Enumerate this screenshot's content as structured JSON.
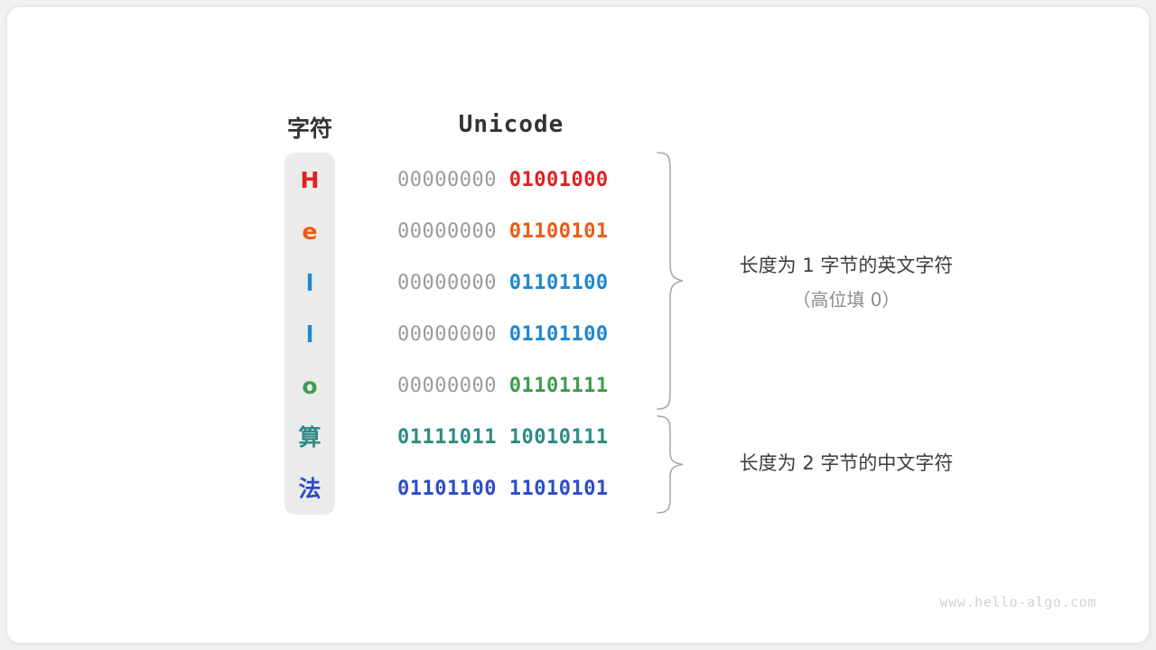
{
  "card": {
    "background": "#ffffff",
    "page_background": "#f0f0f0"
  },
  "headers": {
    "char": "字符",
    "unicode": "Unicode"
  },
  "colors": {
    "red": "#e02020",
    "orange": "#ec5b13",
    "lightblue": "#1e87ce",
    "green": "#3e9b4f",
    "teal": "#2e8b84",
    "blue": "#2e4bc6",
    "gray": "#9a9a9a",
    "capsule": "#ebebeb",
    "brace": "#a8a8a8"
  },
  "rows": [
    {
      "char": "H",
      "color": "#e02020",
      "high_byte": "00000000",
      "low_byte": "01001000",
      "high_is_padding": true
    },
    {
      "char": "e",
      "color": "#ec5b13",
      "high_byte": "00000000",
      "low_byte": "01100101",
      "high_is_padding": true
    },
    {
      "char": "l",
      "color": "#1e87ce",
      "high_byte": "00000000",
      "low_byte": "01101100",
      "high_is_padding": true
    },
    {
      "char": "l",
      "color": "#1e87ce",
      "high_byte": "00000000",
      "low_byte": "01101100",
      "high_is_padding": true
    },
    {
      "char": "o",
      "color": "#3e9b4f",
      "high_byte": "00000000",
      "low_byte": "01101111",
      "high_is_padding": true
    },
    {
      "char": "算",
      "color": "#2e8b84",
      "high_byte": "01111011",
      "low_byte": "10010111",
      "high_is_padding": false
    },
    {
      "char": "法",
      "color": "#2e4bc6",
      "high_byte": "01101100",
      "low_byte": "11010101",
      "high_is_padding": false
    }
  ],
  "annotations": [
    {
      "text": "长度为 1 字节的英文字符",
      "sub": "（高位填 0）"
    },
    {
      "text": "长度为 2 字节的中文字符",
      "sub": ""
    }
  ],
  "watermark": "www.hello-algo.com"
}
